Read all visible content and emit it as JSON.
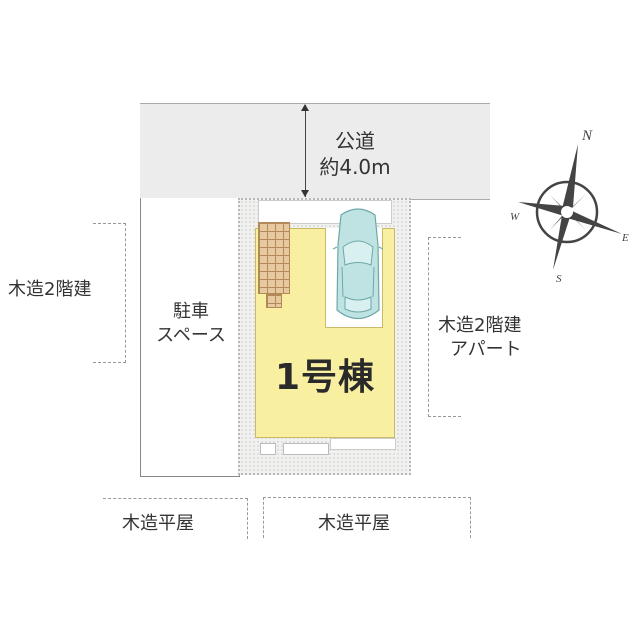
{
  "road": {
    "name": "公道",
    "width": "約4.0m"
  },
  "parking": {
    "line1": "駐車",
    "line2": "スペース"
  },
  "house": {
    "label": "1号棟"
  },
  "neighbors": {
    "west": "木造2階建",
    "east_line1": "木造2階建",
    "east_line2": "アパート",
    "south_west": "木造平屋",
    "south": "木造平屋"
  },
  "compass": {
    "north": "N",
    "south": "S",
    "east": "E",
    "west": "W"
  },
  "colors": {
    "road": "#ececec",
    "house": "#f8f0a0",
    "deck": "#e7c9a0",
    "car": "#bfe3e3",
    "compass": "#444444"
  }
}
